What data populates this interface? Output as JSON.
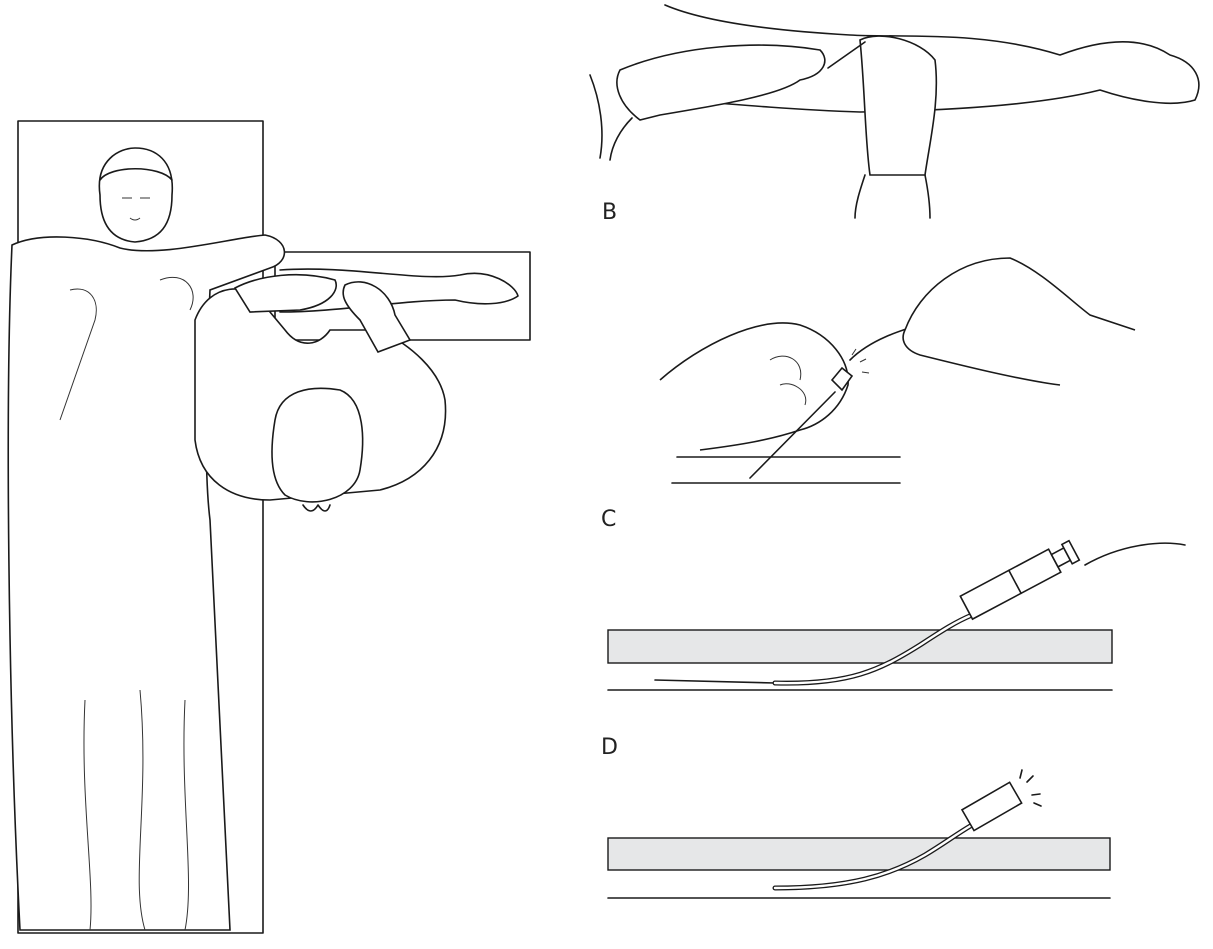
{
  "panels": {
    "b": {
      "label": "B"
    },
    "c": {
      "label": "C"
    },
    "d": {
      "label": "D"
    }
  },
  "colors": {
    "line": "#1a1a1a",
    "tissue_band": "#e6e7e8"
  }
}
